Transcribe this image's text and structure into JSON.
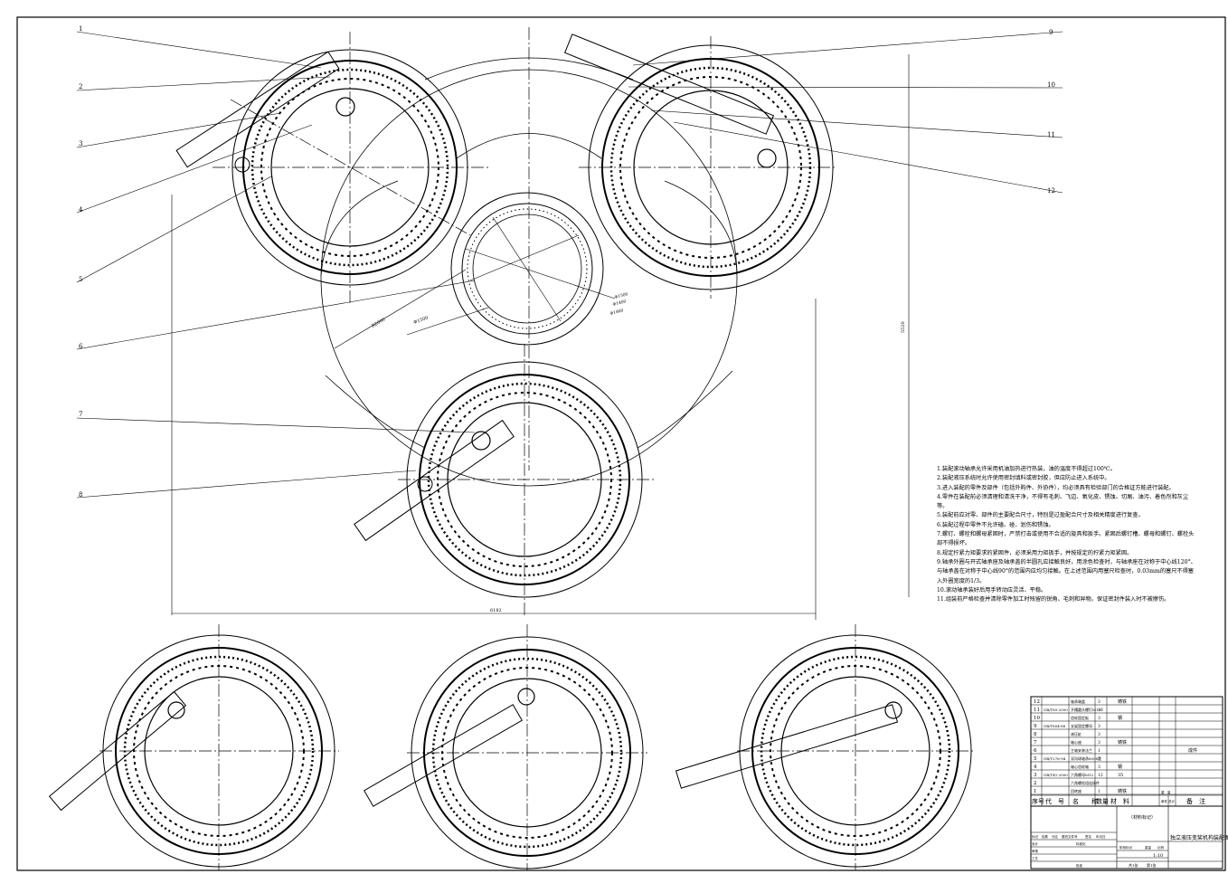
{
  "balloons": [
    "1",
    "2",
    "3",
    "4",
    "5",
    "6",
    "7",
    "8",
    "9",
    "10",
    "11",
    "12"
  ],
  "dimensions": {
    "radius_main": "R2000",
    "diam_center": "Φ1500",
    "width_overall": "6182",
    "height_overall": "5520",
    "small_dims": [
      "Φ1500",
      "Φ1400",
      "Φ1460"
    ]
  },
  "notes": [
    "1.装配滚动轴承允许采用机油加热进行热装，油的温度不得超过100℃。",
    "2.装配液压系统时允许使用密封填料或密封胶，但应防止进入系统中。",
    "3.进入装配的零件及部件（包括外购件、外协件），均必须具有检验部门的合格证方能进行装配。",
    "4.零件在装配前必须清理和清洗干净，不得有毛刺、飞边、氧化皮、锈蚀、切屑、油污、着色剂和灰尘等。",
    "5.装配前应对零、部件的主要配合尺寸，特别是过盈配合尺寸及相关精度进行复查。",
    "6.装配过程中零件不允许磕、碰、划伤和锈蚀。",
    "7.螺钉、螺栓和螺母紧固时，严禁打击或使用不合适的旋具和扳手。紧固后螺钉槽、螺母和螺钉、螺栓头部不得损坏。",
    "8.规定拧紧力矩要求的紧固件，必须采用力矩扳手，并按规定的拧紧力矩紧固。",
    "9.轴承外圈与开式轴承座及轴承盖的半圆孔应接触良好，用涂色检查时，与轴承座在对称于中心线120°、与轴承盖在对称于中心线90°的范围内应均匀接触。在上述范围内用塞尺检查时，0.03mm的塞尺不得塞入外圈宽度的1/3。",
    "10.滚动轴承装好后用手转动应灵活、平稳。",
    "11.组装前严格检查并清除零件加工时残留的锐角、毛刺和异物。保证密封件装入时不被擦伤。"
  ],
  "bom": {
    "rows": [
      {
        "no": "12",
        "code": "",
        "name": "轴承端盖",
        "qty": "3",
        "material": "铸铁",
        "remark": ""
      },
      {
        "no": "11",
        "code": "GB/T85-2000",
        "name": "开槽圆头螺钉M10",
        "qty": "18",
        "material": "",
        "remark": ""
      },
      {
        "no": "10",
        "code": "",
        "name": "齿轮固定板",
        "qty": "3",
        "material": "钢",
        "remark": ""
      },
      {
        "no": "9",
        "code": "GB/T804-88",
        "name": "支架固定螺母",
        "qty": "3",
        "material": "",
        "remark": ""
      },
      {
        "no": "8",
        "code": "",
        "name": "液压缸",
        "qty": "3",
        "material": "",
        "remark": ""
      },
      {
        "no": "7",
        "code": "",
        "name": "轴心座",
        "qty": "3",
        "material": "铸铁",
        "remark": ""
      },
      {
        "no": "6",
        "code": "",
        "name": "主轴安装法兰",
        "qty": "1",
        "material": "",
        "remark": "成件"
      },
      {
        "no": "5",
        "code": "GB/T276-94",
        "name": "深沟球轴承6008型",
        "qty": "3",
        "material": "",
        "remark": ""
      },
      {
        "no": "4",
        "code": "",
        "name": "轴心齿轮轴",
        "qty": "3",
        "material": "钢",
        "remark": ""
      },
      {
        "no": "3",
        "code": "GB/T41-2000",
        "name": "六角螺母M12",
        "qty": "12",
        "material": "35",
        "remark": ""
      },
      {
        "no": "2",
        "code": "",
        "name": "六角螺栓组连接件",
        "qty": "",
        "material": "",
        "remark": ""
      },
      {
        "no": "1",
        "code": "",
        "name": "回转座",
        "qty": "1",
        "material": "铸铁",
        "remark": ""
      }
    ],
    "header": {
      "no": "序号",
      "code": "代　号",
      "name": "名　　称",
      "qty": "数量",
      "material": "材　料",
      "weight": "单件 总计",
      "weight2": "重　量",
      "remark": "备　注"
    },
    "material_mark": "（材料标记）",
    "title": "独立液压变桨机构装配图",
    "scale": "1:10",
    "sheet_total": "共1张",
    "sheet_no": "第1张",
    "rev_labels": [
      "标记",
      "处数",
      "分区",
      "更改文件号",
      "签名",
      "年月日"
    ],
    "role_labels": [
      "设计",
      "标准化",
      "审核",
      "工艺",
      "批准"
    ],
    "stage_labels": [
      "阶段标记",
      "重量",
      "比例"
    ]
  }
}
